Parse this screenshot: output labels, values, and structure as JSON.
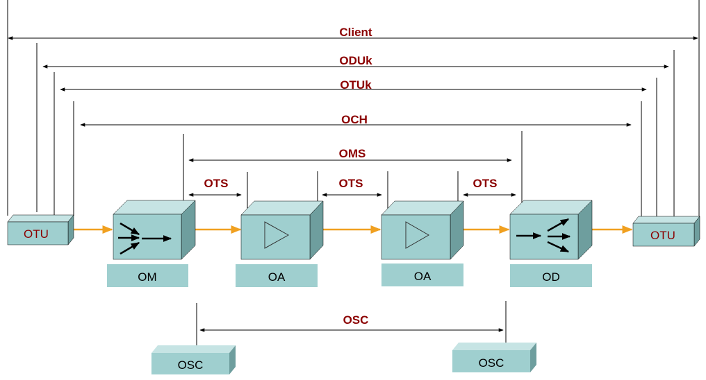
{
  "colors": {
    "line": "#000000",
    "span_label": "#8B0000",
    "flow_arrow": "#F0A020",
    "box_front": "#9FCFCF",
    "box_top": "#C6E4E4",
    "box_side": "#6E9E9E",
    "plate": "#9FCFCF"
  },
  "spans": {
    "client": "Client",
    "oduk": "ODUk",
    "otuk": "OTUk",
    "och": "OCH",
    "oms": "OMS",
    "ots_1": "OTS",
    "ots_2": "OTS",
    "ots_3": "OTS",
    "osc": "OSC"
  },
  "nodes": {
    "otu_left": {
      "label": "OTU"
    },
    "om": {
      "label": "OM",
      "icon": "multiplexer-icon"
    },
    "oa_1": {
      "label": "OA",
      "icon": "amplifier-triangle-icon"
    },
    "oa_2": {
      "label": "OA",
      "icon": "amplifier-triangle-icon"
    },
    "od": {
      "label": "OD",
      "icon": "demultiplexer-icon"
    },
    "otu_right": {
      "label": "OTU"
    },
    "osc_left": {
      "label": "OSC"
    },
    "osc_right": {
      "label": "OSC"
    }
  }
}
